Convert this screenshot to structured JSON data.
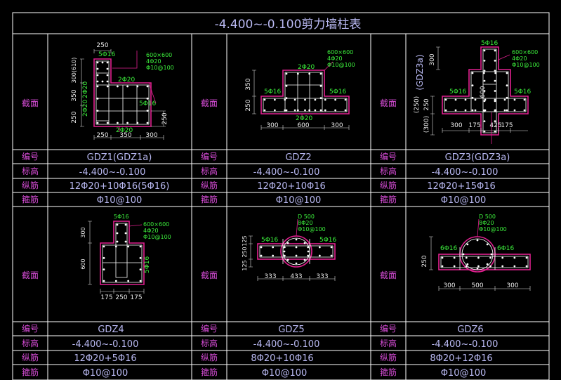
{
  "title": "-4.400~-0.100剪力墙柱表",
  "row_labels": {
    "section": "截面",
    "id": "编号",
    "elevation": "标高",
    "long_bars": "纵筋",
    "stirrups": "箍筋"
  },
  "columns": [
    {
      "id": "GDZ1(GDZ1a)",
      "elevation": "-4.400~-0.100",
      "long_bars": "12Φ20+10Φ16(5Φ16)",
      "stirrups": "Φ10@100",
      "dims": [
        "250",
        "300(610)",
        "350",
        "250",
        "250",
        "350",
        "300",
        "250"
      ],
      "notes": [
        "5Φ16",
        "2Φ20",
        "2Φ20",
        "2Φ20",
        "5Φ16",
        "2Φ20"
      ],
      "callout": [
        "600×600",
        "4Φ20",
        "Φ10@100"
      ]
    },
    {
      "id": "GDZ2",
      "elevation": "-4.400~-0.100",
      "long_bars": "12Φ20+10Φ16",
      "stirrups": "Φ10@100",
      "dims": [
        "350",
        "250",
        "300",
        "600",
        "300"
      ],
      "notes": [
        "2Φ20",
        "5Φ16",
        "5Φ16",
        "2Φ20"
      ],
      "callout": [
        "600×600",
        "4Φ20",
        "Φ10@100"
      ]
    },
    {
      "id": "GDZ3(GDZ3a)",
      "elevation": "-4.400~-0.100",
      "long_bars": "12Φ20+15Φ16",
      "stirrups": "Φ10@100",
      "dims": [
        "300",
        "(GDZ3a)",
        "(250)",
        "250",
        "(300)",
        "600",
        "300",
        "175",
        "425",
        "175"
      ],
      "notes": [
        "5Φ16",
        "5Φ16",
        "5Φ16"
      ],
      "callout": [
        "600×600",
        "4Φ20",
        "Φ10@100"
      ]
    },
    {
      "id": "GDZ4",
      "elevation": "-4.400~-0.100",
      "long_bars": "12Φ20+5Φ16",
      "stirrups": "Φ10@100",
      "dims": [
        "300",
        "600",
        "175",
        "250",
        "175"
      ],
      "notes": [
        "5Φ16",
        "5Φ16"
      ],
      "callout": [
        "600×600",
        "4Φ20",
        "Φ10@100"
      ]
    },
    {
      "id": "GDZ5",
      "elevation": "-4.400~-0.100",
      "long_bars": "8Φ20+10Φ16",
      "stirrups": "Φ10@100",
      "dims": [
        "125",
        "250",
        "125",
        "333",
        "433",
        "333"
      ],
      "notes": [
        "5Φ16",
        "5Φ16"
      ],
      "callout": [
        "D 500",
        "8Φ20",
        "Φ10@100"
      ]
    },
    {
      "id": "GDZ6",
      "elevation": "-4.400~-0.100",
      "long_bars": "8Φ20+12Φ16",
      "stirrups": "Φ10@100",
      "dims": [
        "250",
        "300",
        "500",
        "300"
      ],
      "notes": [
        "6Φ16",
        "6Φ16"
      ],
      "callout": [
        "D 500",
        "8Φ20",
        "Φ10@100"
      ]
    }
  ]
}
